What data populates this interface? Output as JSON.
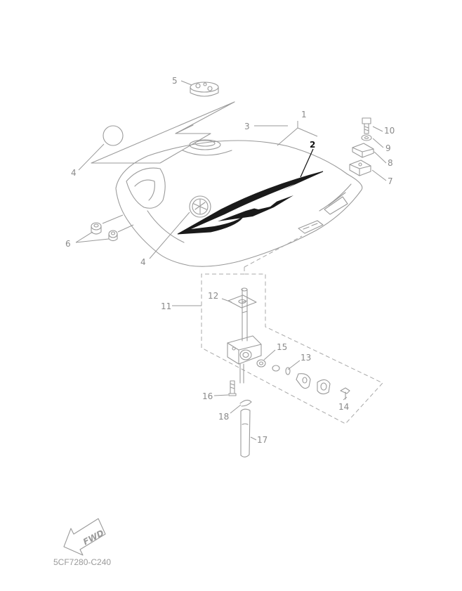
{
  "callouts": {
    "c1": "1",
    "c2": "2",
    "c3": "3",
    "c4a": "4",
    "c4b": "4",
    "c5": "5",
    "c6": "6",
    "c7": "7",
    "c8": "8",
    "c9": "9",
    "c10": "10",
    "c11": "11",
    "c12": "12",
    "c13": "13",
    "c14": "14",
    "c15": "15",
    "c16": "16",
    "c17": "17",
    "c18": "18"
  },
  "fwd_label": "FWD",
  "diagram_code": "5CF7280-C240",
  "colors": {
    "line": "#9a9a9a",
    "highlight": "#111111",
    "background": "#ffffff"
  }
}
